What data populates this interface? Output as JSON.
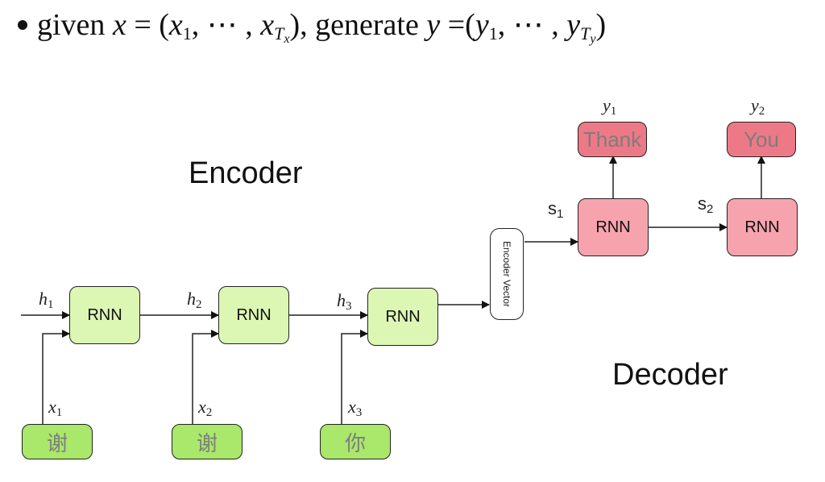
{
  "headline": {
    "prefix": "given",
    "x_var": "x",
    "eq1": " = (",
    "x1": "x",
    "x1_sub": "1",
    "dots1": ", ⋯ , ",
    "xT": "x",
    "xT_sub": "T",
    "xT_subsub": "x",
    "close1": "),",
    "middle": " generate ",
    "y_var": "y",
    "eq2": " =(",
    "y1": "y",
    "y1_sub": "1",
    "dots2": ", ⋯ , ",
    "yT": "y",
    "yT_sub": "T",
    "yT_subsub": "y",
    "close2": ")"
  },
  "labels": {
    "encoder": "Encoder",
    "decoder": "Decoder",
    "encoder_vector": "Encoder Vector"
  },
  "encoder": {
    "cells": [
      {
        "label": "RNN",
        "hidden": "h",
        "hidden_sub": "1",
        "input_var": "x",
        "input_sub": "1",
        "input_token": "谢"
      },
      {
        "label": "RNN",
        "hidden": "h",
        "hidden_sub": "2",
        "input_var": "x",
        "input_sub": "2",
        "input_token": "谢"
      },
      {
        "label": "RNN",
        "hidden": "h",
        "hidden_sub": "3",
        "input_var": "x",
        "input_sub": "3",
        "input_token": "你"
      }
    ]
  },
  "decoder": {
    "cells": [
      {
        "label": "RNN",
        "state": "s",
        "state_sub": "1",
        "output_var": "y",
        "output_sub": "1",
        "output_token": "Thank"
      },
      {
        "label": "RNN",
        "state": "s",
        "state_sub": "2",
        "output_var": "y",
        "output_sub": "2",
        "output_token": "You"
      }
    ]
  },
  "colors": {
    "encoder_rnn": "#dcf7b3",
    "input_token": "#a9e86a",
    "decoder_rnn": "#f7a3ad",
    "output_token": "#ee7986"
  }
}
